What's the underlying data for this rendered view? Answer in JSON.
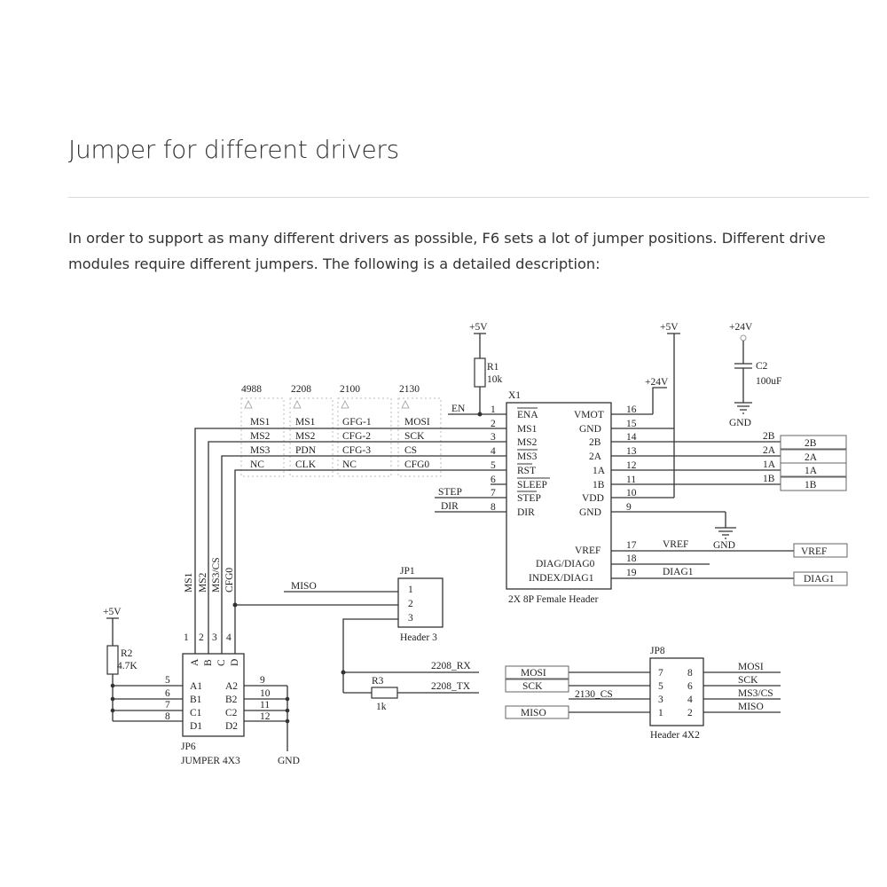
{
  "article": {
    "title": "Jumper for different drivers",
    "description": "In order to support as many different drivers as possible, F6 sets a lot of jumper positions. Different drive modules require different jumpers. The following is a detailed description:"
  },
  "schematic": {
    "driver_table": {
      "headers": [
        "4988",
        "2208",
        "2100",
        "2130"
      ],
      "rows": [
        [
          "MS1",
          "MS1",
          "GFG-1",
          "MOSI"
        ],
        [
          "MS2",
          "MS2",
          "CFG-2",
          "SCK"
        ],
        [
          "MS3",
          "PDN",
          "CFG-3",
          "CS"
        ],
        [
          "NC",
          "CLK",
          "NC",
          "CFG0"
        ]
      ]
    },
    "x1": {
      "designator": "X1",
      "caption": "2X 8P Female Header",
      "left_pins": [
        {
          "num": "1",
          "name": "ENA",
          "net": "EN"
        },
        {
          "num": "2",
          "name": "MS1",
          "net": ""
        },
        {
          "num": "3",
          "name": "MS2",
          "net": ""
        },
        {
          "num": "4",
          "name": "MS3",
          "net": ""
        },
        {
          "num": "5",
          "name": "RST",
          "net": ""
        },
        {
          "num": "6",
          "name": "SLEEP",
          "net": ""
        },
        {
          "num": "7",
          "name": "STEP",
          "net": "STEP"
        },
        {
          "num": "8",
          "name": "DIR",
          "net": "DIR"
        }
      ],
      "right_pins": [
        {
          "num": "16",
          "name": "VMOT"
        },
        {
          "num": "15",
          "name": "GND"
        },
        {
          "num": "14",
          "name": "2B"
        },
        {
          "num": "13",
          "name": "2A"
        },
        {
          "num": "12",
          "name": "1A"
        },
        {
          "num": "11",
          "name": "1B"
        },
        {
          "num": "10",
          "name": "VDD"
        },
        {
          "num": "9",
          "name": "GND"
        }
      ],
      "lower_pins": [
        {
          "num": "17",
          "name": "VREF"
        },
        {
          "num": "18",
          "name": "DIAG/DIAG0"
        },
        {
          "num": "19",
          "name": "INDEX/DIAG1"
        }
      ],
      "motor_nets": [
        "2B",
        "2A",
        "1A",
        "1B"
      ],
      "motor_labels": [
        "2B",
        "2A",
        "1A",
        "1B"
      ],
      "vref_net": "VREF",
      "vref_label": "VREF",
      "diag_net": "DIAG1",
      "diag_label": "DIAG1"
    },
    "power": {
      "v5": "+5V",
      "v24": "+24V",
      "gnd": "GND"
    },
    "r1": {
      "name": "R1",
      "value": "10k"
    },
    "r2": {
      "name": "R2",
      "value": "4.7K"
    },
    "r3": {
      "name": "R3",
      "value": "1k"
    },
    "c2": {
      "name": "C2",
      "value": "100uF"
    },
    "jp6": {
      "designator": "JP6",
      "caption": "JUMPER 4X3",
      "columns": [
        "A",
        "B",
        "C",
        "D"
      ],
      "col_pins": [
        "1",
        "2",
        "3",
        "4"
      ],
      "rows": [
        {
          "left": "5",
          "mid": "A1",
          "right": "A2",
          "pin": "9"
        },
        {
          "left": "6",
          "mid": "B1",
          "right": "B2",
          "pin": "10"
        },
        {
          "left": "7",
          "mid": "C1",
          "right": "C2",
          "pin": "11"
        },
        {
          "left": "8",
          "mid": "D1",
          "right": "D2",
          "pin": "12"
        }
      ],
      "wire_labels": [
        "MS1",
        "MS2",
        "MS3/CS",
        "CFG0"
      ]
    },
    "jp1": {
      "designator": "JP1",
      "caption": "Header 3",
      "pins": [
        "1",
        "2",
        "3"
      ],
      "miso_net": "MISO",
      "rx_net": "2208_RX",
      "tx_net": "2208_TX"
    },
    "jp8": {
      "designator": "JP8",
      "caption": "Header 4X2",
      "left_pins": [
        "7",
        "5",
        "3",
        "1"
      ],
      "right_pins": [
        "8",
        "6",
        "4",
        "2"
      ],
      "left_labels": [
        "MOSI",
        "SCK",
        "MISO"
      ],
      "cs_net": "2130_CS",
      "right_nets": [
        "MOSI",
        "SCK",
        "MS3/CS",
        "MISO"
      ]
    }
  }
}
